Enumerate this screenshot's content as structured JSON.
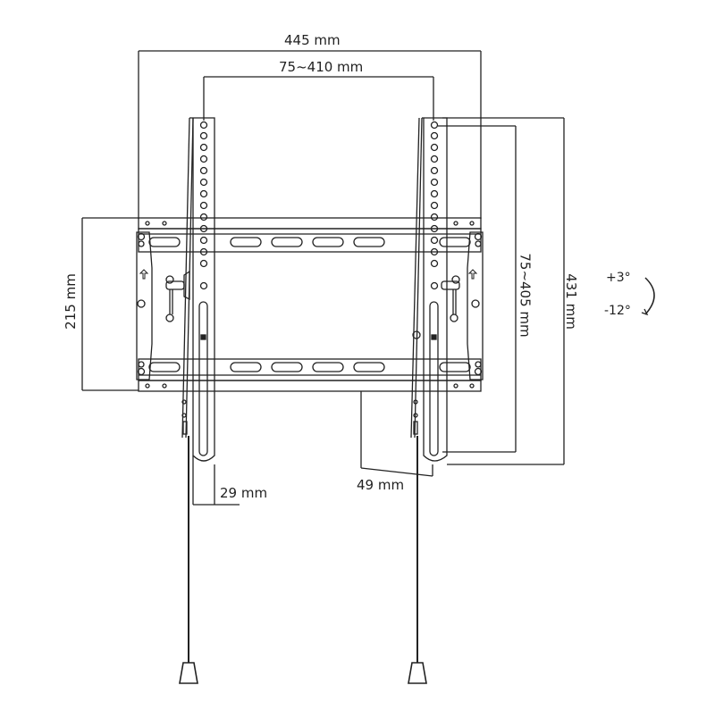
{
  "diagram": {
    "subject": "Tilting TV wall mount bracket dimensions",
    "line_color": "#222222",
    "background": "#ffffff",
    "dimensions": {
      "overall_width": "445 mm",
      "vesa_horizontal": "75~410 mm",
      "vesa_vertical": "75~405 mm",
      "overall_height": "431 mm",
      "wall_plate_height": "215 mm",
      "arm_width": "29 mm",
      "wall_distance": "49 mm"
    },
    "tilt": {
      "up": "+3°",
      "down": "-12°"
    },
    "parts": {
      "left_arm": "left-vertical-arm",
      "right_arm": "right-vertical-arm",
      "wall_plate": "wall-plate",
      "pull_cords": 2,
      "cord_weights": 2
    }
  }
}
